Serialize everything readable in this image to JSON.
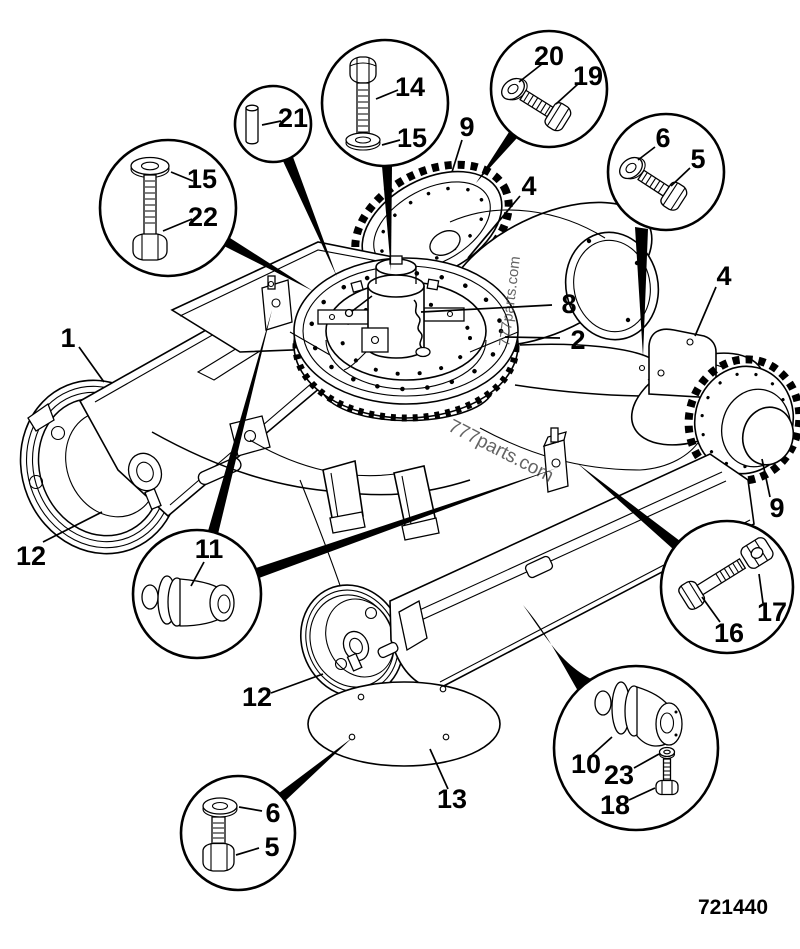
{
  "figure": {
    "part_number": "721440",
    "watermark": "777parts.com",
    "type": "exploded-parts-diagram",
    "subject": "excavator undercarriage / track frame assembly"
  },
  "callout_labels": {
    "n1": "1",
    "n2": "2",
    "n4": "4",
    "n5": "5",
    "n6": "6",
    "n8": "8",
    "n9": "9",
    "n10": "10",
    "n11": "11",
    "n12": "12",
    "n13": "13",
    "n14": "14",
    "n15": "15",
    "n16": "16",
    "n17": "17",
    "n18": "18",
    "n19": "19",
    "n20": "20",
    "n21": "21",
    "n22": "22",
    "n23": "23"
  },
  "detail_bubbles": [
    {
      "labels": [
        "15",
        "22"
      ],
      "content": "washer-and-long-bolt"
    },
    {
      "labels": [
        "21"
      ],
      "content": "dowel-pin"
    },
    {
      "labels": [
        "14",
        "15"
      ],
      "content": "hex-bolt-and-washer"
    },
    {
      "labels": [
        "20",
        "19"
      ],
      "content": "washer-and-hex-bolt"
    },
    {
      "labels": [
        "6",
        "5"
      ],
      "content": "washer-and-hex-bolt"
    },
    {
      "labels": [
        "11"
      ],
      "content": "track-roller"
    },
    {
      "labels": [
        "16",
        "17"
      ],
      "content": "hex-bolt-and-nut"
    },
    {
      "labels": [
        "10",
        "23",
        "18"
      ],
      "content": "track-roller-washer-and-bolt"
    },
    {
      "labels": [
        "6",
        "5"
      ],
      "content": "washer-and-hex-bolt"
    }
  ],
  "main_parts": [
    {
      "label": "1",
      "name": "track-frame-left-arm"
    },
    {
      "label": "2",
      "name": "slew-ring"
    },
    {
      "label": "4",
      "name": "motor-mount-bracket-plate"
    },
    {
      "label": "8",
      "name": "rotary-joint"
    },
    {
      "label": "9",
      "name": "drive-sprocket"
    },
    {
      "label": "12",
      "name": "idler-wheel"
    },
    {
      "label": "13",
      "name": "cover-plate"
    }
  ]
}
